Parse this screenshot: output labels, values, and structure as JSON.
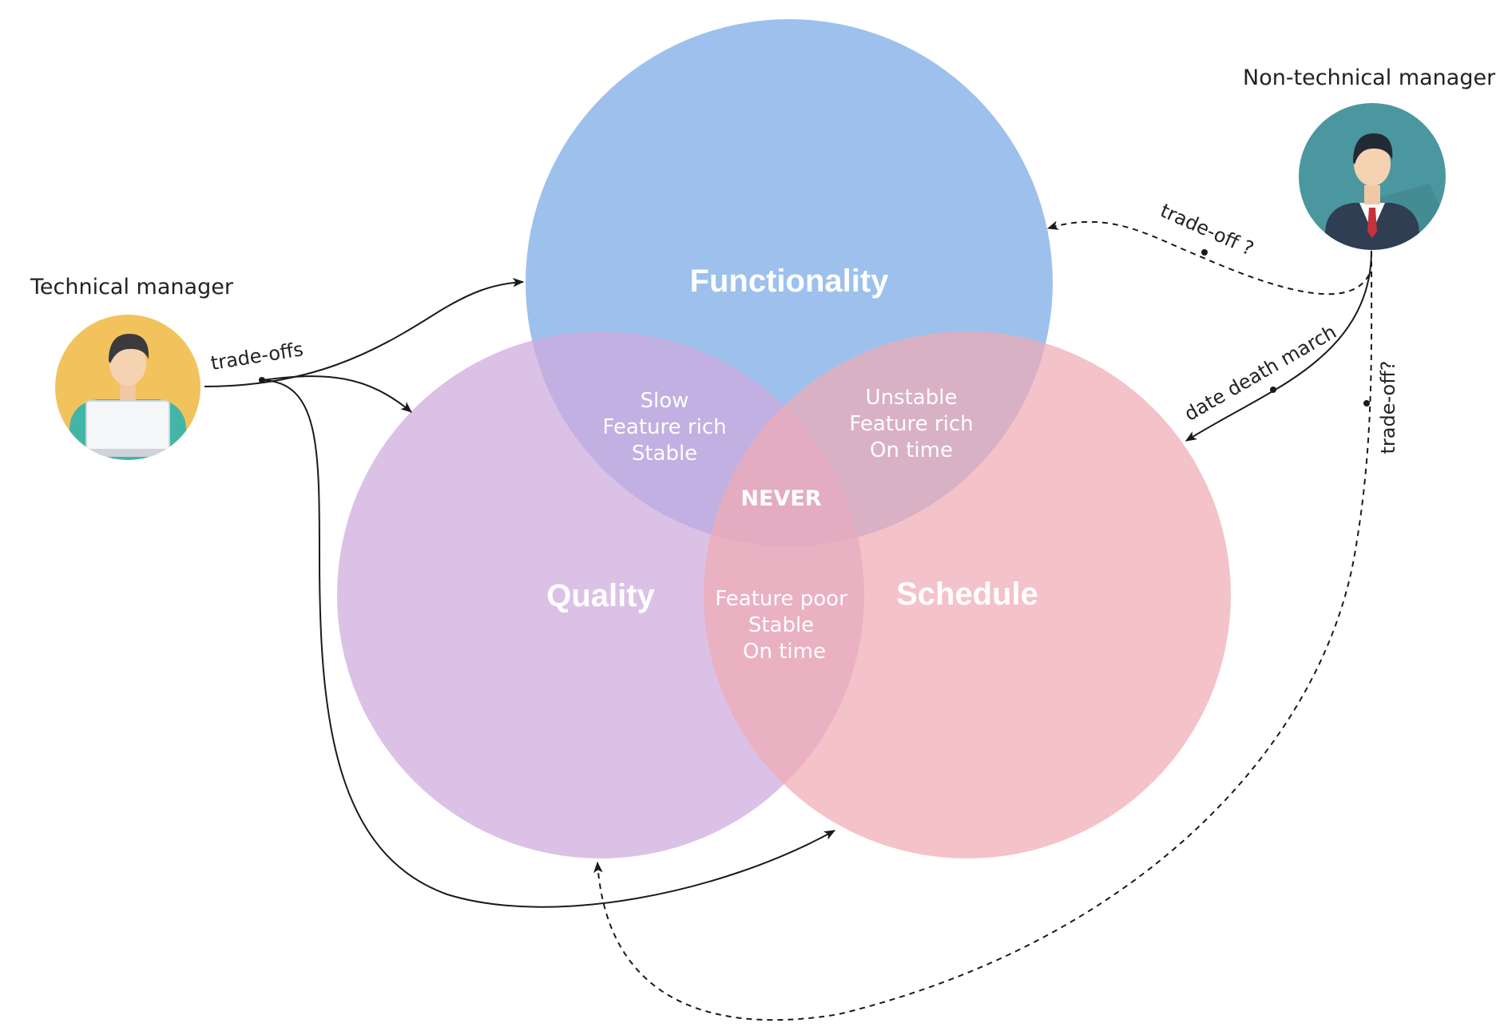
{
  "venn": {
    "sets": [
      {
        "id": "functionality",
        "label": "Functionality",
        "color": "#8fb8e9"
      },
      {
        "id": "quality",
        "label": "Quality",
        "color": "#cfa9dc"
      },
      {
        "id": "schedule",
        "label": "Schedule",
        "color": "#f0aab4"
      }
    ],
    "intersections": {
      "functionality_quality": [
        "Slow",
        "Feature rich",
        "Stable"
      ],
      "functionality_schedule": [
        "Unstable",
        "Feature rich",
        "On time"
      ],
      "quality_schedule": [
        "Feature poor",
        "Stable",
        "On time"
      ],
      "all": "NEVER"
    }
  },
  "people": {
    "technical": {
      "label": "Technical manager",
      "avatar_icon": "technical-manager-avatar-icon",
      "avatar_color": "#f2c25d"
    },
    "non_technical": {
      "label": "Non-technical manager",
      "avatar_icon": "non-technical-manager-avatar-icon",
      "avatar_color": "#4b97a0"
    }
  },
  "edges": {
    "trade_offs": "trade-offs",
    "trade_off_q": "trade-off ?",
    "date_death_march": "date death march",
    "trade_off_q2": "trade-off?"
  }
}
